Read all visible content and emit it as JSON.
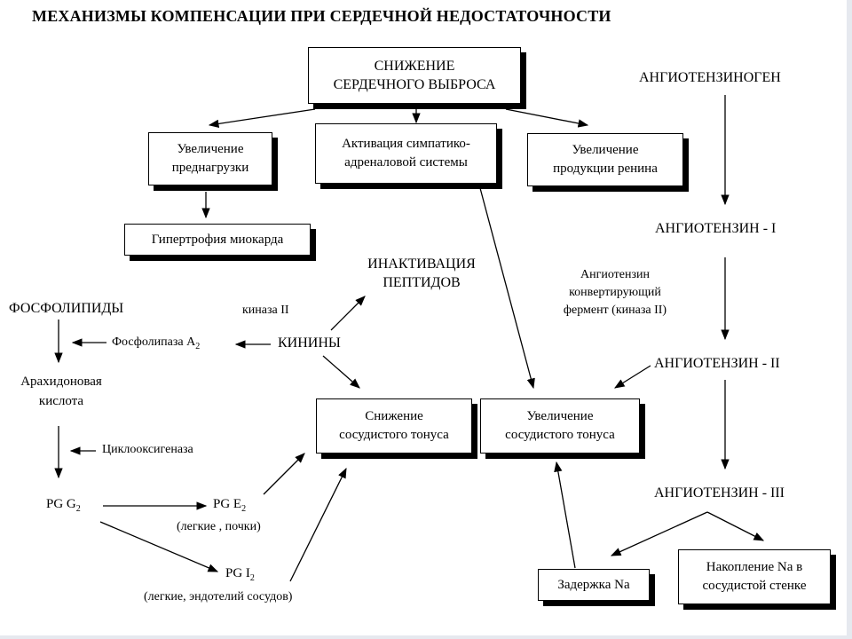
{
  "title": "МЕХАНИЗМЫ КОМПЕНСАЦИИ ПРИ СЕРДЕЧНОЙ НЕДОСТАТОЧНОСТИ",
  "boxes": {
    "cardiac_output": [
      "СНИЖЕНИЕ",
      "СЕРДЕЧНОГО ВЫБРОСА"
    ],
    "preload": [
      "Увеличение",
      "преднагрузки"
    ],
    "sympathetic": [
      "Активация симпатико-",
      "адреналовой системы"
    ],
    "renin": [
      "Увеличение",
      "продукции ренина"
    ],
    "hypertrophy": "Гипертрофия миокарда",
    "tone_decrease": [
      "Снижение",
      "сосудистого тонуса"
    ],
    "tone_increase": [
      "Увеличение",
      "сосудистого тонуса"
    ],
    "na_retention": "Задержка Na",
    "na_accumulation": [
      "Накопление Na в",
      "сосудистой стенке"
    ]
  },
  "labels": {
    "angiotensinogen": "АНГИОТЕНЗИНОГЕН",
    "angiotensin_1": "АНГИОТЕНЗИН - I",
    "ace": [
      "Ангиотензин",
      "конвертирующий",
      "фермент (киназа II)"
    ],
    "angiotensin_2": "АНГИОТЕНЗИН - II",
    "angiotensin_3": "АНГИОТЕНЗИН - III",
    "peptide_inactivation": [
      "ИНАКТИВАЦИЯ",
      "ПЕПТИДОВ"
    ],
    "kinase_2": "киназа II",
    "kinins": "КИНИНЫ",
    "phospholipids": "ФОСФОЛИПИДЫ",
    "phospholipase_a2": "Фосфолипаза А",
    "phospholipase_sub": "2",
    "arachidonic": [
      "Арахидоновая",
      "кислота"
    ],
    "cyclooxygenase": "Циклооксигеназа",
    "pg_g2": "PG G",
    "pg_g2_sub": "2",
    "pg_e2": "PG E",
    "pg_e2_sub": "2",
    "pg_e2_note": "(легкие , почки)",
    "pg_i2": "PG I",
    "pg_i2_sub": "2",
    "pg_i2_note": "(легкие, эндотелий сосудов)"
  }
}
